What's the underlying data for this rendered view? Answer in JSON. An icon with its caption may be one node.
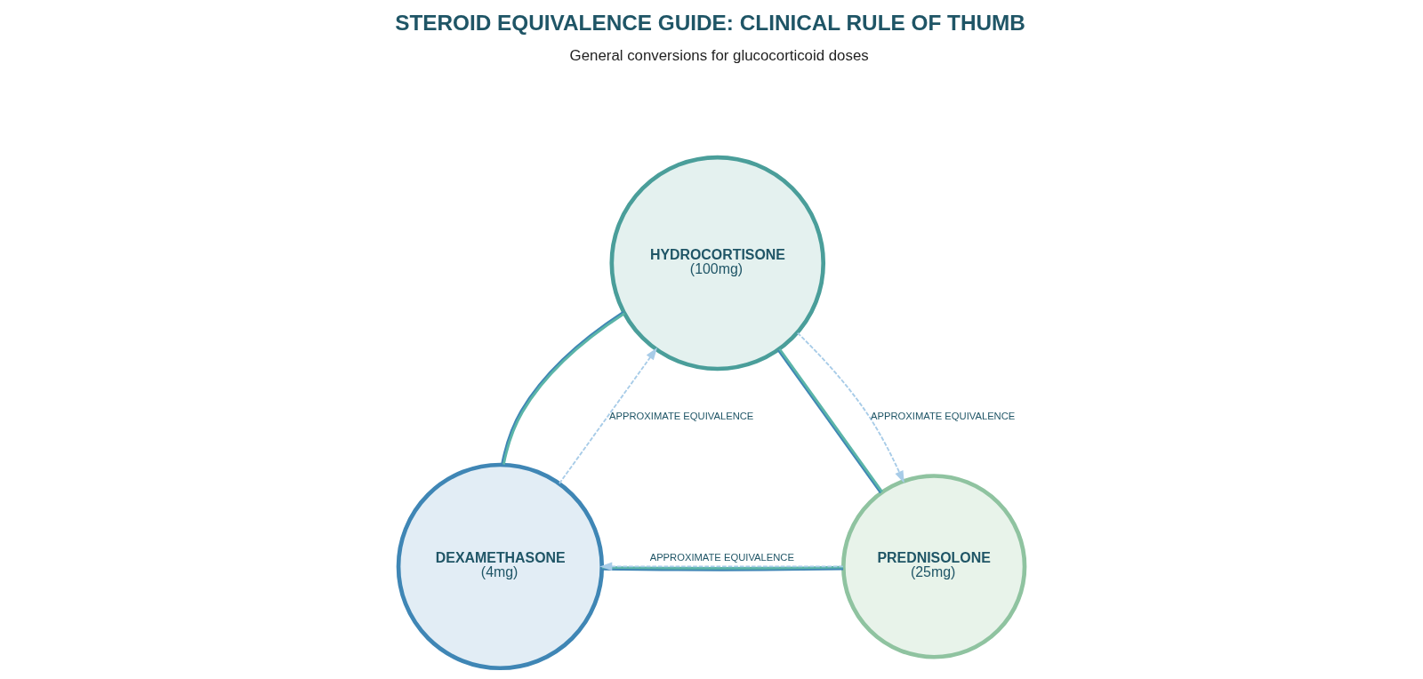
{
  "diagram": {
    "title": "STEROID EQUIVALENCE GUIDE: CLINICAL RULE OF THUMB",
    "nodes": [
      {
        "text": [
          "HYDROCORTISONE",
          "(100mg)"
        ]
      },
      {
        "text": [
          "DEXAMETHASONE",
          "(4mg)"
        ]
      },
      {
        "text": [
          "PREDNISOLONE",
          "(25mg)"
        ]
      }
    ],
    "edges": [
      {
        "from": 0,
        "to": 1,
        "arrow": "none",
        "color": "#3f86b5"
      },
      {
        "from": 0,
        "to": 2,
        "arrow": "none",
        "color": "#3f86b5"
      },
      {
        "from": 1,
        "to": 2,
        "arrow": "none",
        "color": "#3f86b5"
      },
      {
        "from": 1,
        "to": 0,
        "arrow": "to",
        "label": "APPROXIMATE EQUIVALENCE",
        "style": "dashed",
        "color": "#a8cce8"
      },
      {
        "from": 0,
        "to": 2,
        "arrow": "to",
        "label": "APPROXIMATE EQUIVALENCE",
        "style": "dashed",
        "color": "#a8cce8"
      },
      {
        "from": 2,
        "to": 1,
        "arrow": "to",
        "label": "APPROXIMATE EQUIVALENCE",
        "style": "dashed",
        "color": "#a8cce8"
      }
    ],
    "labels": [
      "General conversions for glucocorticoid doses"
    ]
  }
}
